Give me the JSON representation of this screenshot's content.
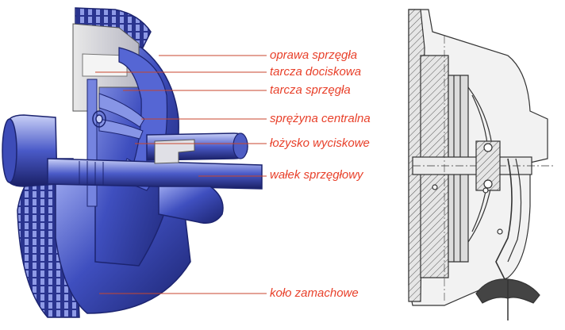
{
  "labels": {
    "clutch_housing": "oprawa sprzęgła",
    "pressure_plate": "tarcza dociskowa",
    "clutch_disc": "tarcza sprzęgła",
    "central_spring": "sprężyna centralna",
    "release_bearing": "łożysko wyciskowe",
    "clutch_shaft": "wałek sprzęgłowy",
    "flywheel": "koło zamachowe"
  },
  "colors": {
    "label_text": "#e8402a",
    "leader_line": "#c8462e",
    "metal_blue": "#3f4fbf",
    "metal_dark": "#1c2470",
    "metal_light": "#9aa6ee",
    "drawing_line": "#333333",
    "drawing_fill": "#d9d9d9"
  }
}
